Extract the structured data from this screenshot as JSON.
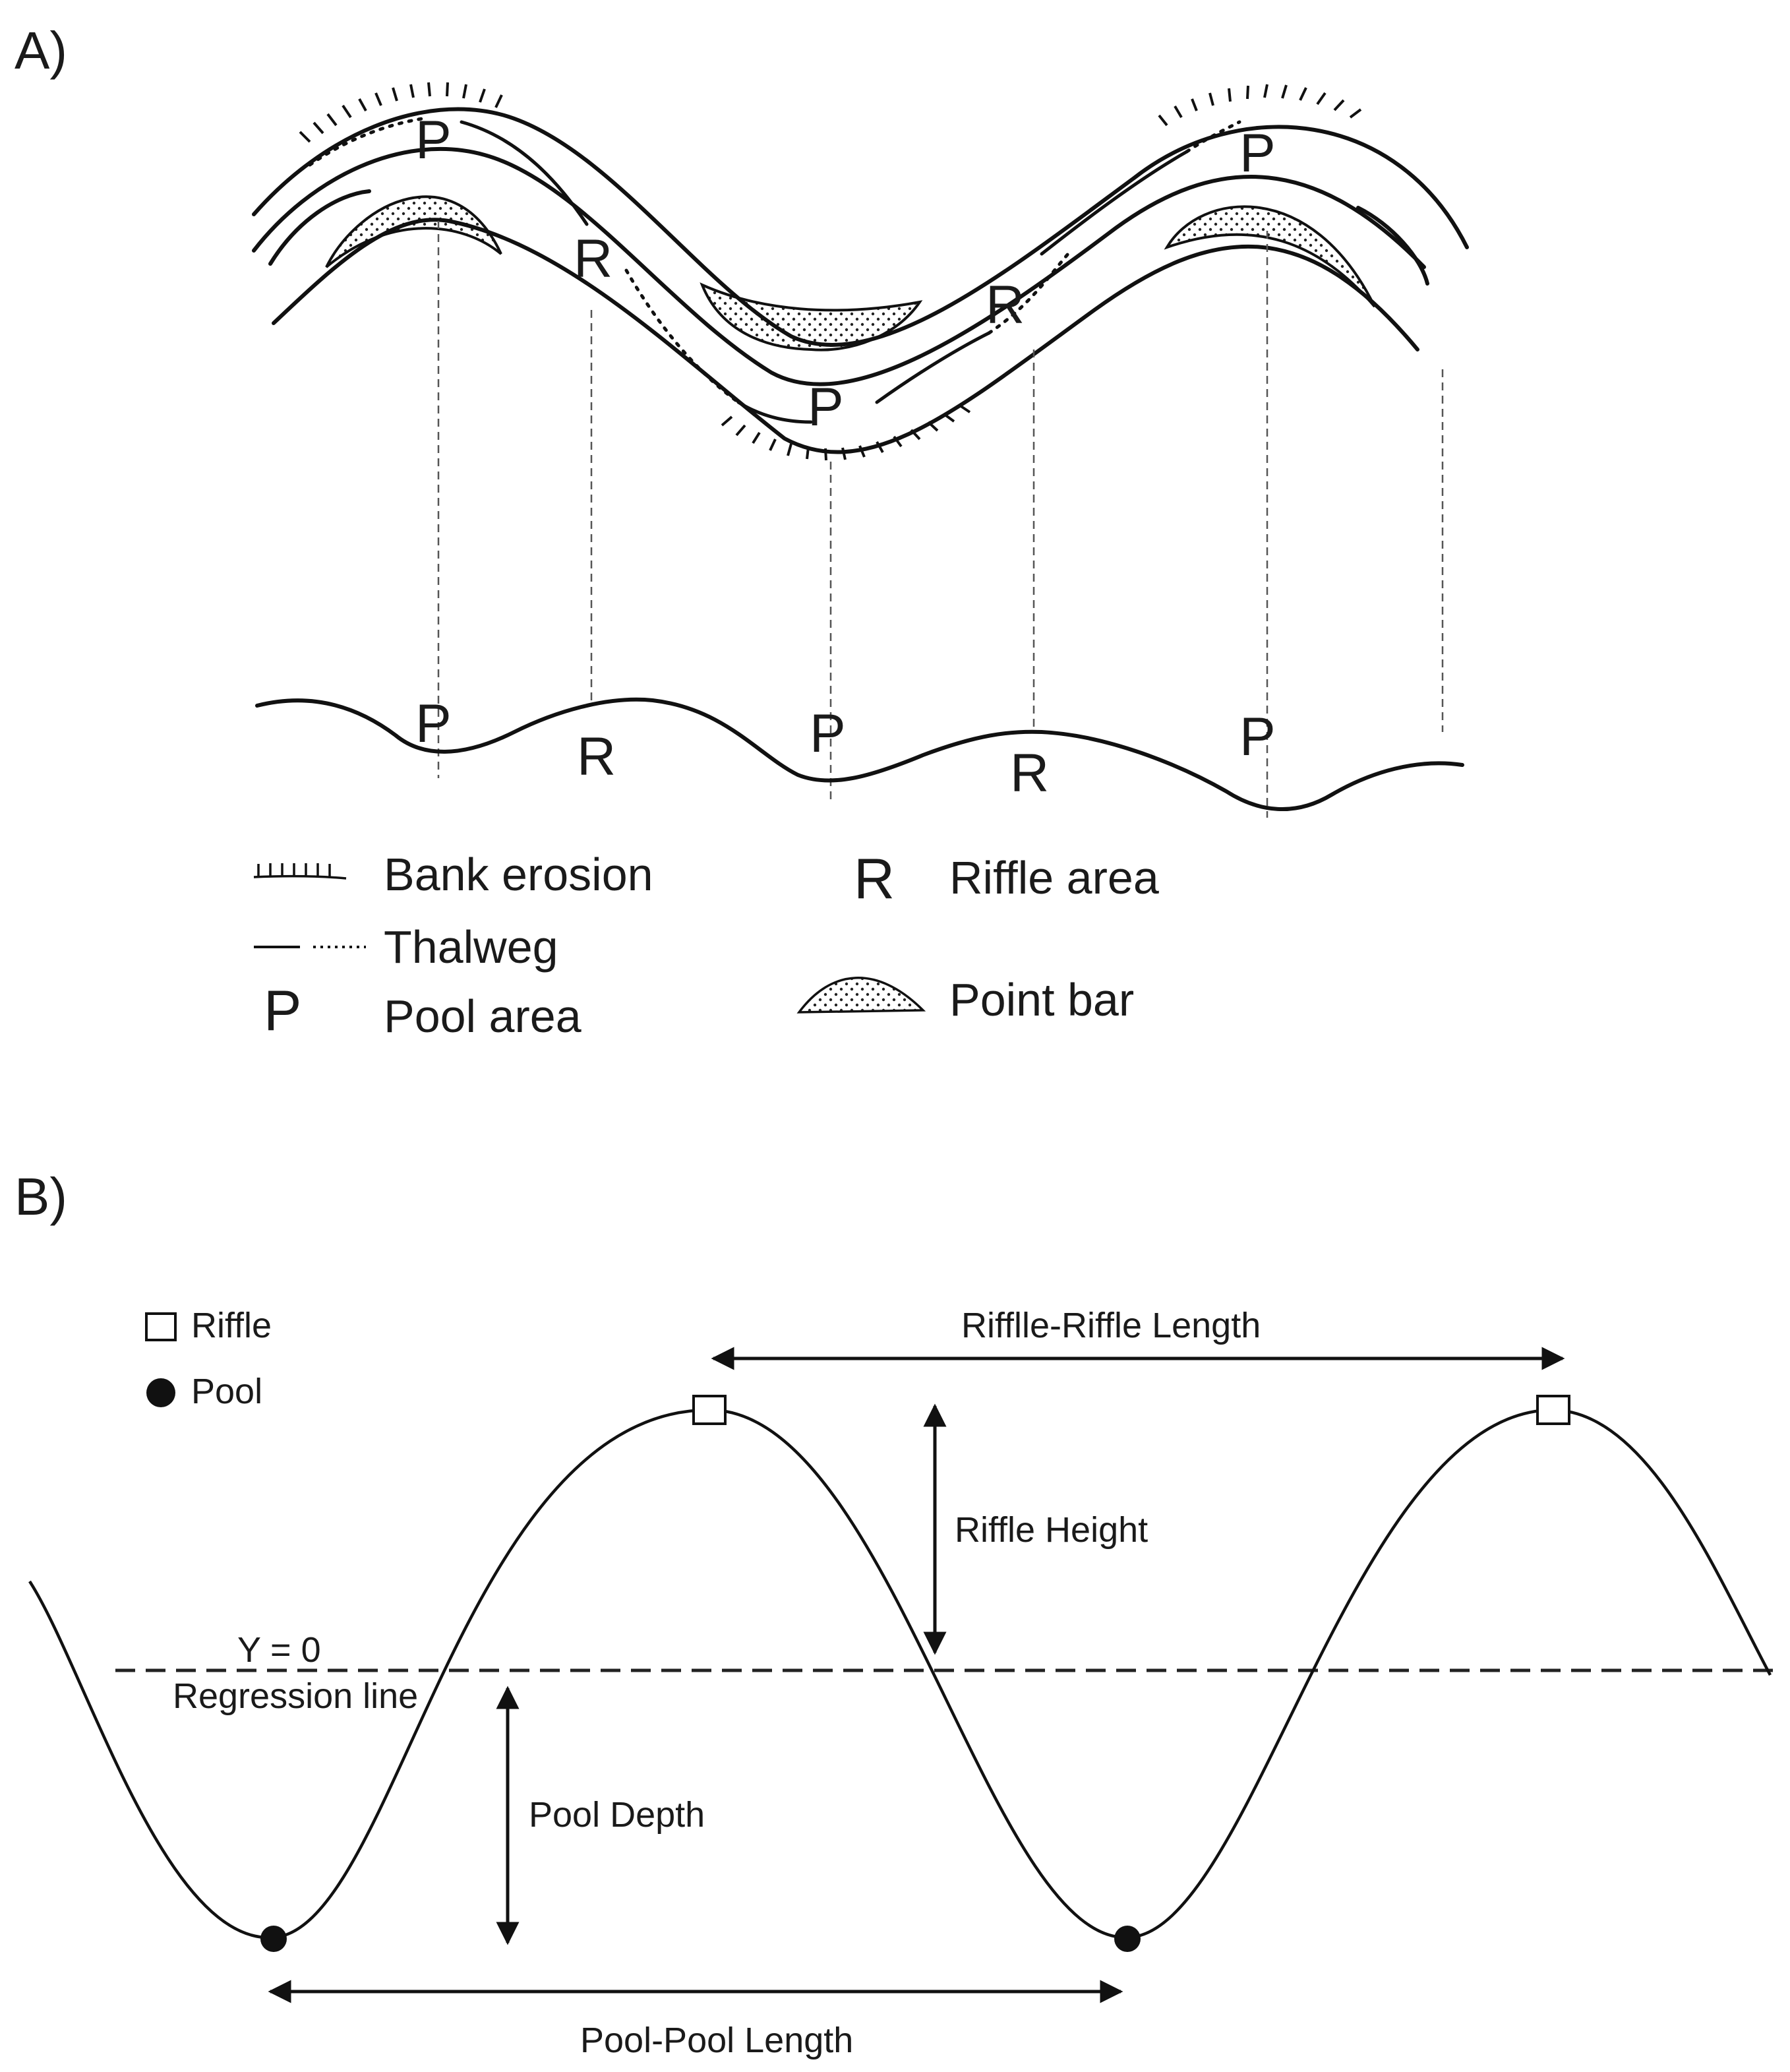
{
  "panel_a": {
    "label": "A)",
    "map_letters": {
      "pool": "P",
      "riffle": "R"
    },
    "profile_letters": {
      "pool": "P",
      "riffle": "R"
    },
    "legend": {
      "bank_erosion": "Bank erosion",
      "thalweg": "Thalweg",
      "pool_symbol": "P",
      "pool_area": "Pool area",
      "riffle_symbol": "R",
      "riffle_area": "Riffle area",
      "point_bar": "Point bar"
    }
  },
  "panel_b": {
    "label": "B)",
    "legend": {
      "riffle": "Riffle",
      "pool": "Pool"
    },
    "labels": {
      "riffle_riffle_length": "Rifflle-Riffle Length",
      "riffle_height": "Riffle Height",
      "y_zero": "Y = 0",
      "regression_line": "Regression line",
      "pool_depth": "Pool Depth",
      "pool_pool_length": "Pool-Pool Length"
    }
  }
}
